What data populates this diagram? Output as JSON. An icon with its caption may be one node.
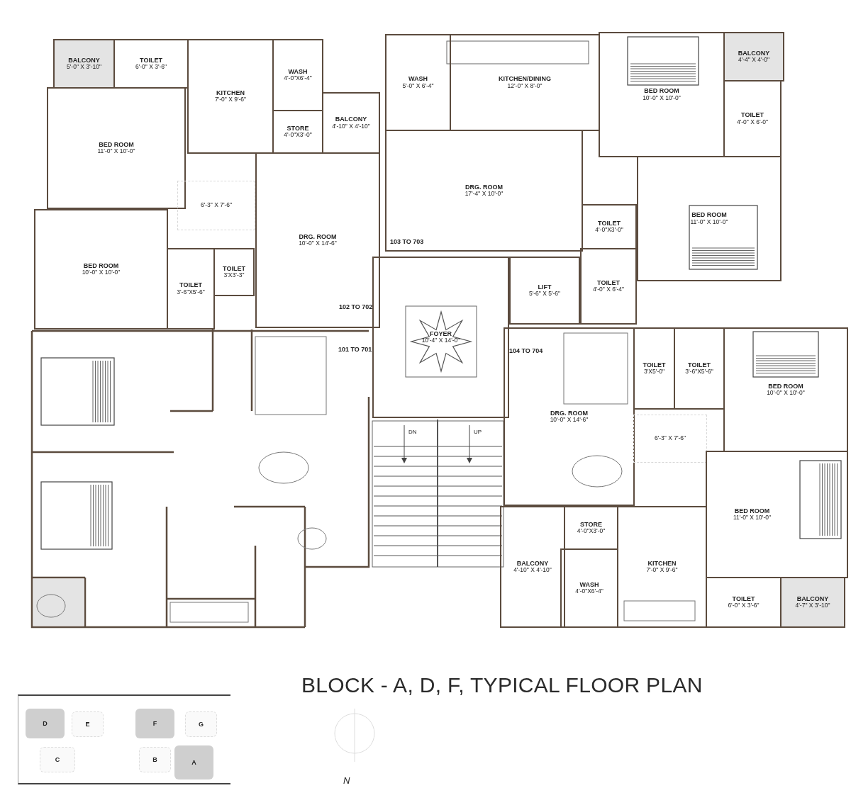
{
  "diagram": {
    "title": "BLOCK - A, D, F, TYPICAL FLOOR PLAN",
    "nodes": [
      {
        "text": [
          "BALCONY",
          "5'-0\" X 3'-10\""
        ]
      },
      {
        "text": [
          "TOILET",
          "6'-0\" X 3'-6\""
        ]
      },
      {
        "text": [
          "KITCHEN",
          "7'-0\" X 9'-6\""
        ]
      },
      {
        "text": [
          "WASH",
          "4'-0\"X6'-4\""
        ]
      },
      {
        "text": [
          "STORE",
          "4'-0\"X3'-0\""
        ]
      },
      {
        "text": [
          "BALCONY",
          "4'-10\" X 4'-10\""
        ]
      },
      {
        "text": [
          "BED ROOM",
          "11'-0\" X 10'-0\""
        ]
      },
      {
        "text": [
          "6'-3\" X 7'-6\""
        ]
      },
      {
        "text": [
          "DRG. ROOM",
          "10'-0\" X 14'-6\""
        ]
      },
      {
        "text": [
          "BED ROOM",
          "10'-0\" X 10'-0\""
        ]
      },
      {
        "text": [
          "TOILET",
          "3'-6\"X5'-6\""
        ]
      },
      {
        "text": [
          "TOILET",
          "3'X3'-3\""
        ]
      },
      {
        "text": [
          "WASH",
          "5'-0\" X 6'-4\""
        ]
      },
      {
        "text": [
          "KITCHEN/DINING",
          "12'-0\" X 8'-0\""
        ]
      },
      {
        "text": [
          "BED ROOM",
          "10'-0\" X 10'-0\""
        ]
      },
      {
        "text": [
          "BALCONY",
          "4'-4\" X 4'-0\""
        ]
      },
      {
        "text": [
          "TOILET",
          "4'-0\" X 6'-0\""
        ]
      },
      {
        "text": [
          "DRG. ROOM",
          "17'-4\" X 10'-0\""
        ]
      },
      {
        "text": [
          "BED ROOM",
          "11'-0\" X 10'-0\""
        ]
      },
      {
        "text": [
          "TOILET",
          "4'-0\"X3'-0\""
        ]
      },
      {
        "text": [
          "FOYER",
          "10'-4\" X 14'-0\""
        ]
      },
      {
        "text": [
          "LIFT",
          "5'-6\" X 5'-6\""
        ]
      },
      {
        "text": [
          "TOILET",
          "4'-0\" X 6'-4\""
        ]
      },
      {
        "text": [
          "TOILET",
          "3'X5'-0\""
        ]
      },
      {
        "text": [
          "TOILET",
          "3'-6\"X5'-6\""
        ]
      },
      {
        "text": [
          "BED ROOM",
          "10'-0\" X 10'-0\""
        ]
      },
      {
        "text": [
          "DRG. ROOM",
          "10'-0\" X 14'-6\""
        ]
      },
      {
        "text": [
          "6'-3\" X 7'-6\""
        ]
      },
      {
        "text": [
          "BED ROOM",
          "11'-0\" X 10'-0\""
        ]
      },
      {
        "text": [
          "STORE",
          "4'-0\"X3'-0\""
        ]
      },
      {
        "text": [
          "BALCONY",
          "4'-10\" X 4'-10\""
        ]
      },
      {
        "text": [
          "KITCHEN",
          "7'-0\" X 9'-6\""
        ]
      },
      {
        "text": [
          "WASH",
          "4'-0\"X6'-4\""
        ]
      },
      {
        "text": [
          "TOILET",
          "6'-0\" X 3'-6\""
        ]
      },
      {
        "text": [
          "BALCONY",
          "4'-7\" X 3'-10\""
        ]
      },
      {
        "text": [],
        "shape": "box"
      },
      {
        "text": [
          "D"
        ],
        "in": 35
      },
      {
        "text": [
          "E"
        ],
        "in": 35
      },
      {
        "text": [
          "F"
        ],
        "in": 35
      },
      {
        "text": [
          "G"
        ],
        "in": 35
      },
      {
        "text": [
          "C"
        ],
        "in": 35
      },
      {
        "text": [
          "B"
        ],
        "in": 35
      },
      {
        "text": [
          "A"
        ],
        "in": 35
      }
    ],
    "labels": [
      "102 TO 702",
      "103 TO 703",
      "101 TO 701",
      "104 TO 704",
      "DN",
      "UP",
      "N"
    ]
  }
}
